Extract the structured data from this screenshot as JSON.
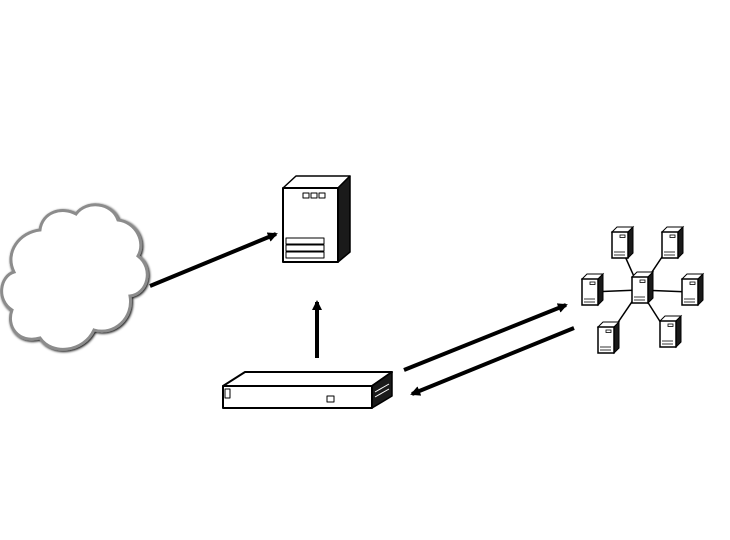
{
  "diagram": {
    "nodes": [
      {
        "id": "cloud",
        "icon": "cloud-icon"
      },
      {
        "id": "server",
        "icon": "server-icon"
      },
      {
        "id": "switch",
        "icon": "network-switch-icon"
      },
      {
        "id": "cluster",
        "icon": "server-cluster-icon",
        "satellite_count": 6
      }
    ],
    "edges": [
      {
        "from": "cloud",
        "to": "server"
      },
      {
        "from": "switch",
        "to": "server"
      },
      {
        "from": "switch",
        "to": "cluster"
      },
      {
        "from": "cluster",
        "to": "switch"
      }
    ],
    "colors": {
      "stroke": "#000000",
      "cloud_fill": "#ffffff",
      "cloud_outline": "#8c8c8c"
    }
  }
}
